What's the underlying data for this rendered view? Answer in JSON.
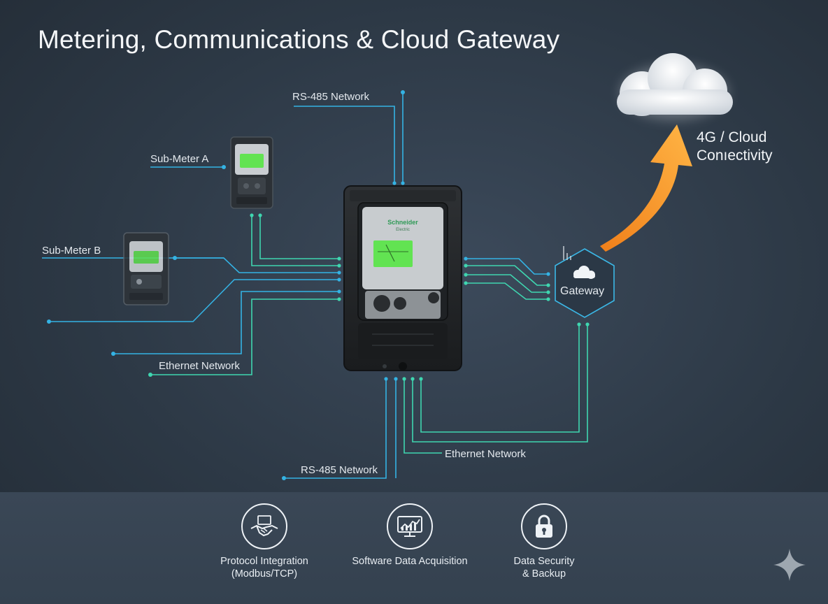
{
  "title": "Metering, Communications & Cloud Gateway",
  "labels": {
    "rs485_top": "RS-485 Network",
    "rs485_bottom": "RS-485 Network",
    "sub_meter_a": "Sub-Meter A",
    "sub_meter_b": "Sub-Meter B",
    "ethernet_left": "Ethernet Network",
    "ethernet_bottom": "Ethernet Network",
    "gateway": "Gateway",
    "cloud_line1": "4G / Cloud",
    "cloud_line2": "Conıectivity"
  },
  "main_meter": {
    "brand": "Schneider",
    "brand_sub": "Electric"
  },
  "features": [
    {
      "icon": "handshake-icon",
      "line1": "Protocol Integration",
      "line2": "(Modbus/TCP)"
    },
    {
      "icon": "monitor-chart-icon",
      "line1": "Software Data Acquisition",
      "line2": ""
    },
    {
      "icon": "padlock-icon",
      "line1": "Data Security",
      "line2": "& Backup"
    }
  ],
  "colors": {
    "cyan": "#34b3e4",
    "teal": "#3fd6b0",
    "arrow": "#f59a2a",
    "lcd_green": "#62e352"
  }
}
